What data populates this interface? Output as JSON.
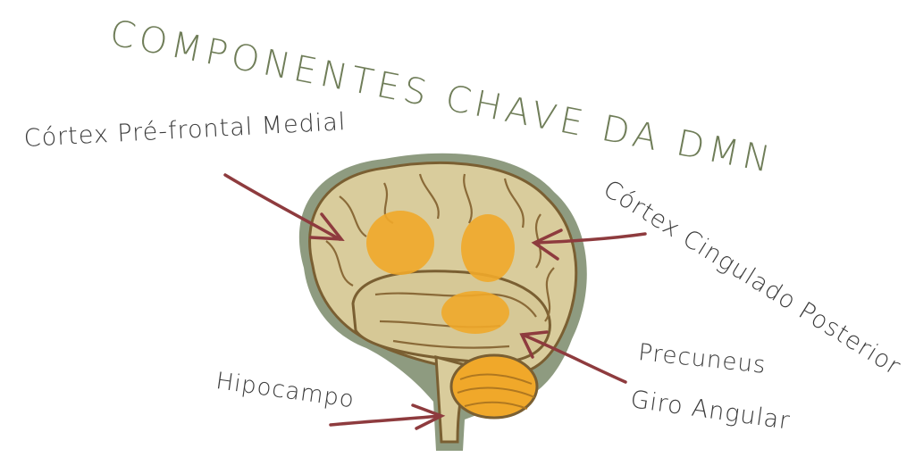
{
  "title": "COMPONENTES CHAVE DA DMN",
  "labels": {
    "mpfc": "Córtex Pré-frontal Medial",
    "pcc": "Córtex Cingulado Posterior",
    "precuneus": "Precuneus",
    "angular": "Giro Angular",
    "hippocampus": "Hipocampo"
  },
  "colors": {
    "title": "#6f7d58",
    "arrow": "#8e3b3e",
    "brain": "#d9cc9c",
    "halo": "#7a8a6a",
    "highlight": "#f0a82a",
    "outline": "#7a5f32"
  }
}
